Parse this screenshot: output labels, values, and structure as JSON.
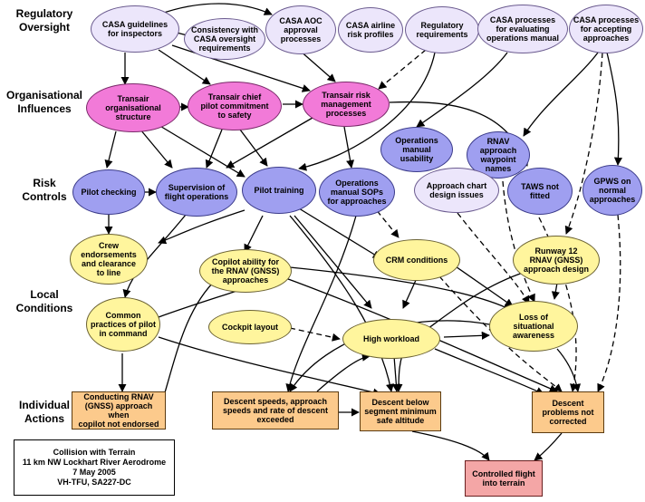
{
  "levels": {
    "regulatory": "Regulatory\nOversight",
    "organisational": "Organisational\nInfluences",
    "risk_controls": "Risk\nControls",
    "local": "Local\nConditions",
    "individual": "Individual\nActions"
  },
  "nodes": {
    "casa_guidelines": "CASA guidelines\nfor inspectors",
    "consistency": "Consistency with\nCASA oversight\nrequirements",
    "casa_aoc": "CASA AOC\napproval\nprocesses",
    "casa_airline": "CASA airline\nrisk profiles",
    "regulatory_req": "Regulatory\nrequirements",
    "casa_ops_manual": "CASA processes\nfor evaluating\noperations manual",
    "casa_approaches": "CASA processes\nfor accepting\napproaches",
    "transair_org": "Transair\norganisational\nstructure",
    "transair_chief": "Transair chief\npilot commitment\nto safety",
    "transair_risk": "Transair risk\nmanagement\nprocesses",
    "ops_usability": "Operations\nmanual\nusability",
    "rnav_waypoint": "RNAV\napproach\nwaypoint\nnames",
    "pilot_checking": "Pilot checking",
    "supervision": "Supervision of\nflight operations",
    "pilot_training": "Pilot training",
    "ops_sops": "Operations\nmanual SOPs\nfor approaches",
    "chart_design": "Approach chart\ndesign issues",
    "taws": "TAWS not\nfitted",
    "gpws": "GPWS on\nnormal\napproaches",
    "crew_endorse": "Crew\nendorsements\nand clearance\nto line",
    "copilot_ability": "Copilot ability for\nthe RNAV (GNSS)\napproaches",
    "crm": "CRM conditions",
    "runway12": "Runway 12\nRNAV (GNSS)\napproach design",
    "common_practices": "Common\npractices of pilot\nin command",
    "cockpit": "Cockpit layout",
    "high_workload": "High workload",
    "loss_sa": "Loss of\nsituational\nawareness",
    "conducting_rnav": "Conducting RNAV\n(GNSS) approach when\ncopilot not endorsed",
    "descent_speeds": "Descent speeds, approach\nspeeds and rate of descent\nexceeded",
    "descent_below": "Descent below\nsegment minimum\nsafe altitude",
    "descent_problems": "Descent\nproblems not\ncorrected",
    "cfit": "Controlled flight\ninto terrain"
  },
  "reference_box": "Collision with Terrain\n11 km NW Lockhart River Aerodrome\n7 May 2005\nVH-TFU, SA227-DC",
  "colors": {
    "regulatory": "#ece6fb",
    "organisational": "#f27ad8",
    "risk_controls": "#9f9ff0",
    "local": "#fff59d",
    "individual": "#fcca8c",
    "outcome": "#f4a6a6"
  }
}
